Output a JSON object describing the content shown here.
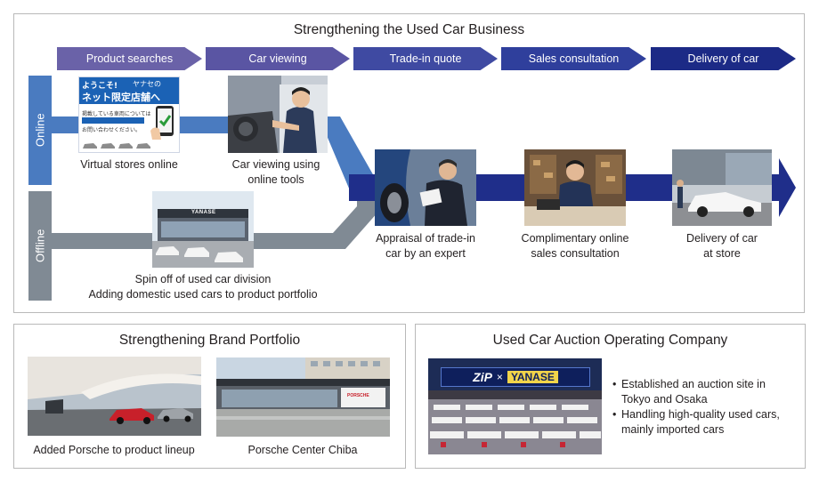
{
  "top_panel": {
    "title": "Strengthening the Used Car Business",
    "steps": [
      {
        "label": "Product searches",
        "color": "#6a62a8"
      },
      {
        "label": "Car viewing",
        "color": "#5a55a3"
      },
      {
        "label": "Trade-in quote",
        "color": "#3f4aa2"
      },
      {
        "label": "Sales consultation",
        "color": "#2f3f9c"
      },
      {
        "label": "Delivery of car",
        "color": "#1c2a86"
      }
    ],
    "online_label": "Online",
    "offline_label": "Offline",
    "colors": {
      "online": "#4a7bc0",
      "offline": "#808a94",
      "main": "#1f2e8a"
    },
    "virtual_store_image": {
      "line1": "ようこそ!",
      "brand": "ヤナセの",
      "line2": "ネット限定店舗へ",
      "body_line1": "掲載している車両については",
      "body_line2": "お問い合わせください。"
    },
    "captions": {
      "virtual_stores": "Virtual stores online",
      "car_viewing": [
        "Car viewing using",
        "online tools"
      ],
      "spin_off": [
        "Spin off of used car division",
        "Adding domestic used cars to product portfolio"
      ],
      "appraisal": [
        "Appraisal of trade-in",
        "car by an expert"
      ],
      "consultation": [
        "Complimentary online",
        "sales consultation"
      ],
      "delivery": [
        "Delivery of car",
        "at store"
      ]
    },
    "dealer_sign": "YANASE"
  },
  "brand_panel": {
    "title": "Strengthening Brand Portfolio",
    "captions": {
      "porsche_lineup": "Added Porsche to product lineup",
      "porsche_center": "Porsche Center Chiba"
    },
    "porsche_sign": "PORSCHE"
  },
  "auction_panel": {
    "title": "Used Car Auction Operating Company",
    "banner_left": "ZiP",
    "banner_x": "×",
    "banner_right": "YANASE",
    "bullets": [
      [
        "Established an auction site in",
        "Tokyo and Osaka"
      ],
      [
        "Handling high-quality used cars,",
        "mainly imported cars"
      ]
    ]
  }
}
